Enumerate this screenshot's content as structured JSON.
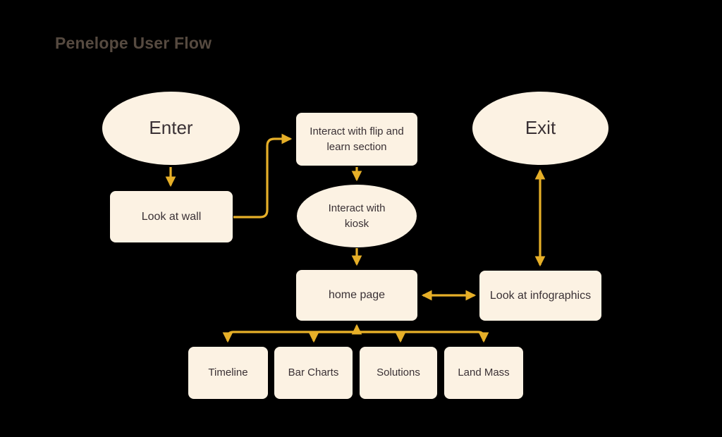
{
  "title": "Penelope User Flow",
  "colors": {
    "background": "#000000",
    "node_fill": "#fcf2e3",
    "node_text": "#3a3135",
    "arrow": "#e6af28",
    "title_text": "#564a40"
  },
  "nodes": {
    "enter": {
      "label": "Enter",
      "shape": "ellipse"
    },
    "look_at_wall": {
      "label": "Look at wall",
      "shape": "rectangle"
    },
    "flip_learn": {
      "label": "Interact with flip and learn section",
      "shape": "rectangle"
    },
    "kiosk": {
      "label": "Interact with kiosk",
      "shape": "ellipse"
    },
    "home_page": {
      "label": "home page",
      "shape": "rectangle"
    },
    "exit": {
      "label": "Exit",
      "shape": "ellipse"
    },
    "infographics": {
      "label": "Look at infographics",
      "shape": "rectangle"
    },
    "timeline": {
      "label": "Timeline",
      "shape": "rectangle"
    },
    "bar_charts": {
      "label": "Bar Charts",
      "shape": "rectangle"
    },
    "solutions": {
      "label": "Solutions",
      "shape": "rectangle"
    },
    "land_mass": {
      "label": "Land Mass",
      "shape": "rectangle"
    }
  },
  "edges": [
    {
      "from": "enter",
      "to": "look_at_wall",
      "direction": "one-way"
    },
    {
      "from": "look_at_wall",
      "to": "flip_learn",
      "direction": "one-way"
    },
    {
      "from": "flip_learn",
      "to": "kiosk",
      "direction": "one-way"
    },
    {
      "from": "kiosk",
      "to": "home_page",
      "direction": "one-way"
    },
    {
      "from": "home_page",
      "to": "infographics",
      "direction": "two-way"
    },
    {
      "from": "exit",
      "to": "infographics",
      "direction": "two-way"
    },
    {
      "from": "home_page",
      "to": "timeline",
      "direction": "two-way"
    },
    {
      "from": "home_page",
      "to": "bar_charts",
      "direction": "two-way"
    },
    {
      "from": "home_page",
      "to": "solutions",
      "direction": "two-way"
    },
    {
      "from": "home_page",
      "to": "land_mass",
      "direction": "two-way"
    }
  ]
}
